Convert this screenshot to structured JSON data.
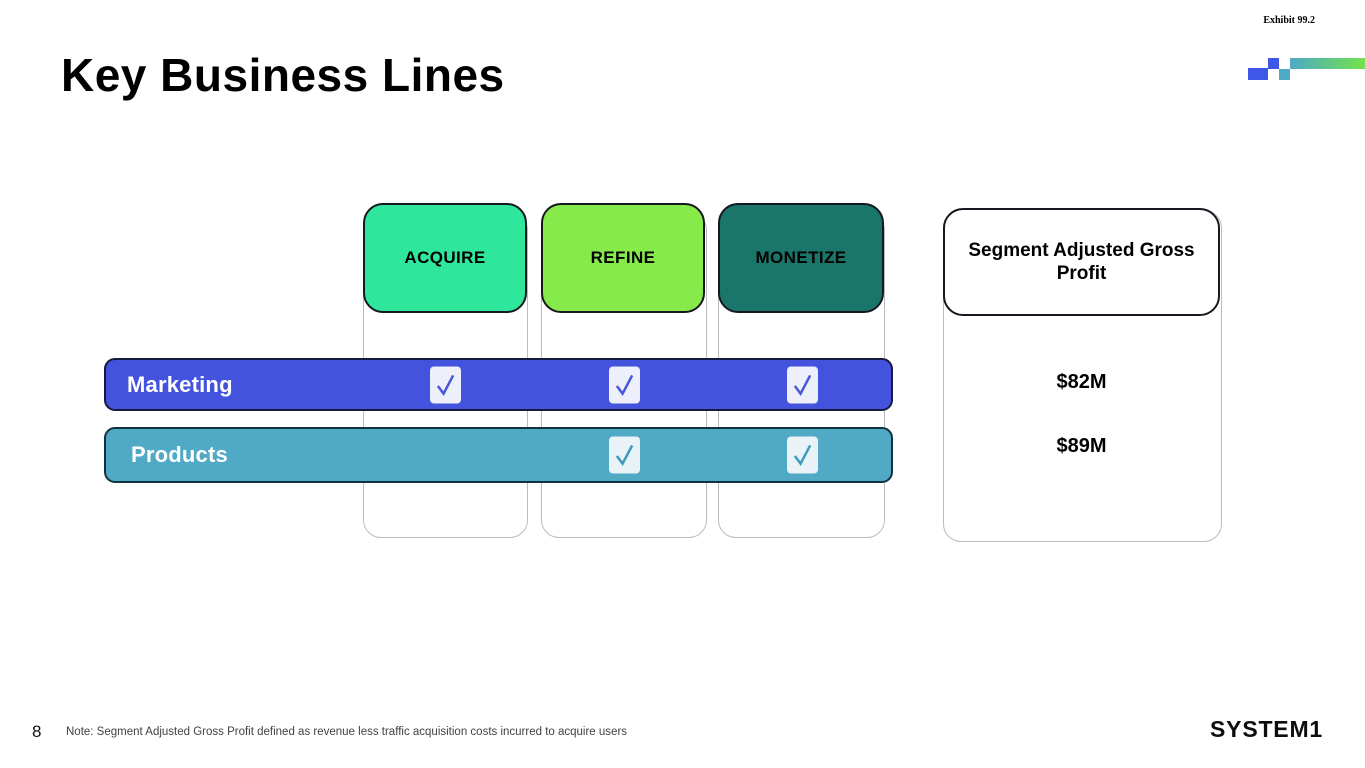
{
  "slide": {
    "title": "Key Business Lines",
    "exhibit_label": "Exhibit 99.2",
    "page_number": "8",
    "footnote": "Note: Segment Adjusted Gross Profit defined as revenue less traffic acquisition costs incurred to acquire users",
    "brand_wordmark": "SYSTEM1"
  },
  "funnel": {
    "stages": [
      {
        "label": "ACQUIRE",
        "color": "#2ee79d"
      },
      {
        "label": "REFINE",
        "color": "#87ea4b"
      },
      {
        "label": "MONETIZE",
        "color": "#1a766a"
      }
    ],
    "profit_column_header": "Segment Adjusted Gross Profit",
    "rows": [
      {
        "label": "Marketing",
        "color": "#4453de",
        "checks": {
          "acquire": true,
          "refine": true,
          "monetize": true
        },
        "profit": "$82M"
      },
      {
        "label": "Products",
        "color": "#50aac6",
        "checks": {
          "acquire": false,
          "refine": true,
          "monetize": true
        },
        "profit": "$89M"
      }
    ]
  },
  "colors": {
    "logo_blue": "#3e57e8",
    "logo_teal": "#4fa9c8",
    "logo_gradient_start": "#4fa9c8",
    "logo_gradient_end": "#71e24b",
    "marketing_check": "#4a58d8",
    "products_check": "#3d9cbd",
    "track_border": "#bcbcbc"
  }
}
